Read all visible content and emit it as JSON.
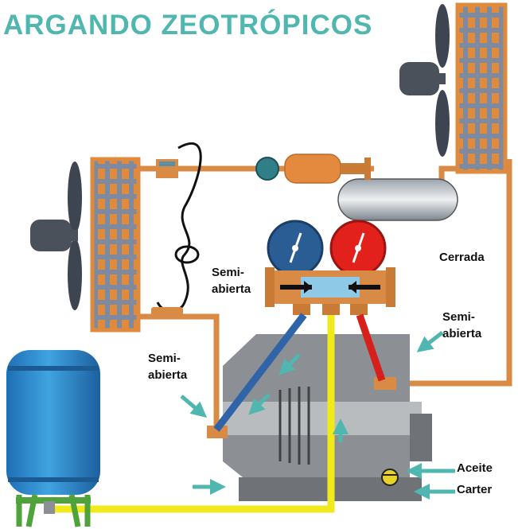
{
  "title": "ARGANDO ZEOTRÓPICOS",
  "labels": {
    "semi1_l1": "Semi-",
    "semi1_l2": "abierta",
    "cerrada": "Cerrada",
    "semi2_l1": "Semi-",
    "semi2_l2": "abierta",
    "semi3_l1": "Semi-",
    "semi3_l2": "abierta",
    "aceite": "Aceite",
    "carter": "Carter"
  },
  "colors": {
    "title": "#4fb7b0",
    "pipe": "#d98a45",
    "coil": "#7e8aa0",
    "coil_fins": "#e08a3e",
    "gauge_low": "#2b5d95",
    "gauge_high": "#e3211c",
    "hose_low": "#2f64a8",
    "hose_high": "#d5201c",
    "hose_service": "#f0ea1c",
    "cylinder": "#2f8fd0",
    "cylinder_base": "#4fa33a",
    "compressor": "#8c8f93",
    "arrow": "#4fb7b0"
  }
}
